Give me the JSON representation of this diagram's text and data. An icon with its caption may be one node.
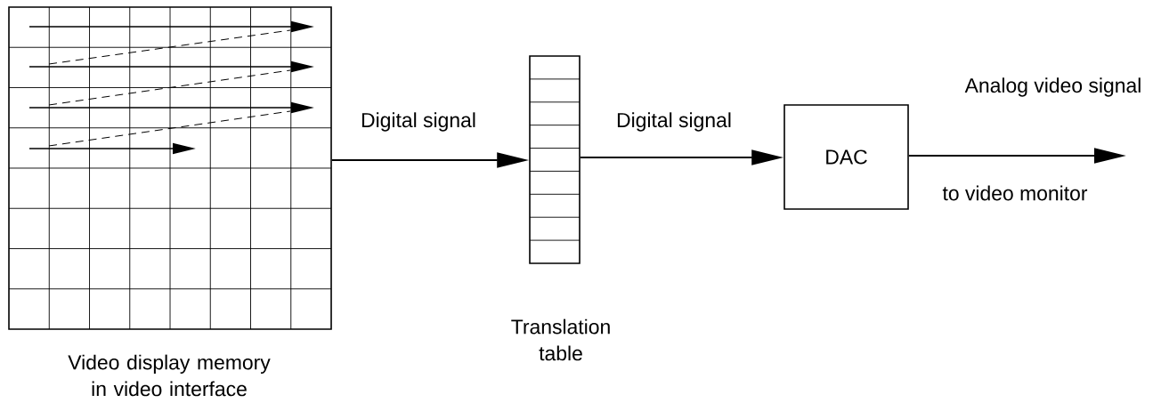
{
  "diagram": {
    "nodes": [
      {
        "text": [
          "Video display memory in video interface"
        ]
      },
      {
        "text": [
          "Translation table"
        ]
      },
      {
        "text": [
          "DAC"
        ]
      }
    ],
    "edges": [
      {
        "from": 0,
        "to": 1,
        "arrow": "to",
        "label": "Digital signal"
      },
      {
        "from": 1,
        "to": 2,
        "arrow": "to",
        "label": "Digital signal"
      },
      {
        "from": 2,
        "to": null,
        "arrow": "to",
        "label": "Analog video signal"
      }
    ],
    "labels": [
      "to video monitor"
    ]
  }
}
